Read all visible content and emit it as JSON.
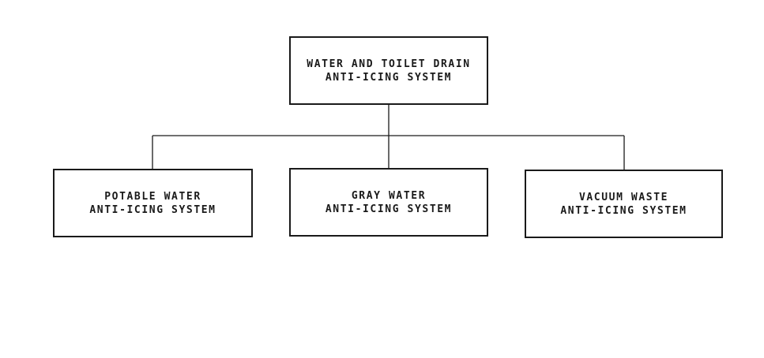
{
  "root": {
    "line1": "WATER AND TOILET DRAIN",
    "line2": "ANTI-ICING SYSTEM"
  },
  "children": [
    {
      "line1": "POTABLE WATER",
      "line2": "ANTI-ICING SYSTEM"
    },
    {
      "line1": "GRAY WATER",
      "line2": "ANTI-ICING SYSTEM"
    },
    {
      "line1": "VACUUM WASTE",
      "line2": "ANTI-ICING SYSTEM"
    }
  ]
}
